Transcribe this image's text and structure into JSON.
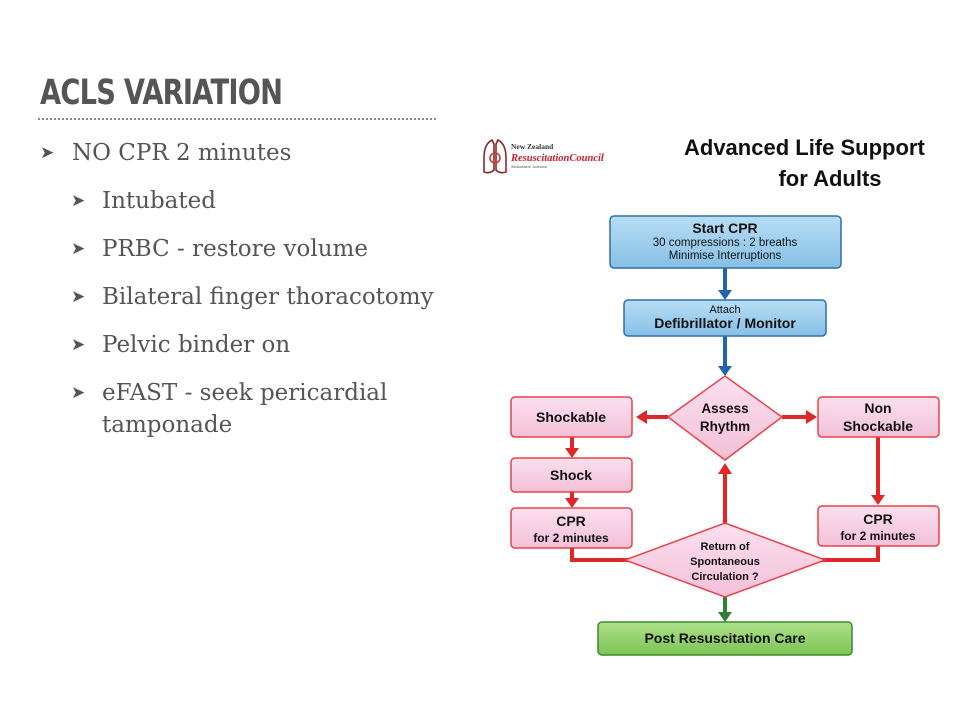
{
  "slide": {
    "title": "ACLS VARIATION",
    "bullets": [
      {
        "level": 1,
        "text": "NO CPR 2 minutes"
      },
      {
        "level": 2,
        "text": "Intubated"
      },
      {
        "level": 2,
        "text": "PRBC - restore volume"
      },
      {
        "level": 2,
        "text": "Bilateral finger thoracotomy"
      },
      {
        "level": 2,
        "text": "Pelvic binder on"
      },
      {
        "level": 2,
        "text": "eFAST - seek pericardial tamponade"
      }
    ]
  },
  "diagram": {
    "logo": {
      "line1": "New Zealand",
      "line2": "ResuscitationCouncil",
      "line3": "Whakahaere, Aotearoa"
    },
    "title_line1": "Advanced Life Support",
    "title_line2": "for Adults",
    "nodes": {
      "start": {
        "title": "Start CPR",
        "line2": "30 compressions : 2 breaths",
        "line3": "Minimise Interruptions"
      },
      "attach": {
        "line1": "Attach",
        "line2": "Defibrillator / Monitor"
      },
      "assess": {
        "line1": "Assess",
        "line2": "Rhythm"
      },
      "shockable": "Shockable",
      "non_shockable": {
        "line1": "Non",
        "line2": "Shockable"
      },
      "shock": "Shock",
      "cpr_left": {
        "line1": "CPR",
        "line2": "for 2 minutes"
      },
      "cpr_right": {
        "line1": "CPR",
        "line2": "for 2 minutes"
      },
      "rosc": {
        "line1": "Return of",
        "line2": "Spontaneous",
        "line3": "Circulation ?"
      },
      "post": "Post Resuscitation Care"
    },
    "colors": {
      "blue_fill": "#9ccdec",
      "blue_stroke": "#2e6ea9",
      "pink_fill": "#f6cde1",
      "pink_stroke": "#e8424a",
      "green_fill": "#93d26c",
      "green_stroke": "#3d8a2e",
      "red_arrow": "#e02626",
      "blue_arrow": "#1f64b0",
      "green_arrow": "#2f7f35"
    }
  }
}
